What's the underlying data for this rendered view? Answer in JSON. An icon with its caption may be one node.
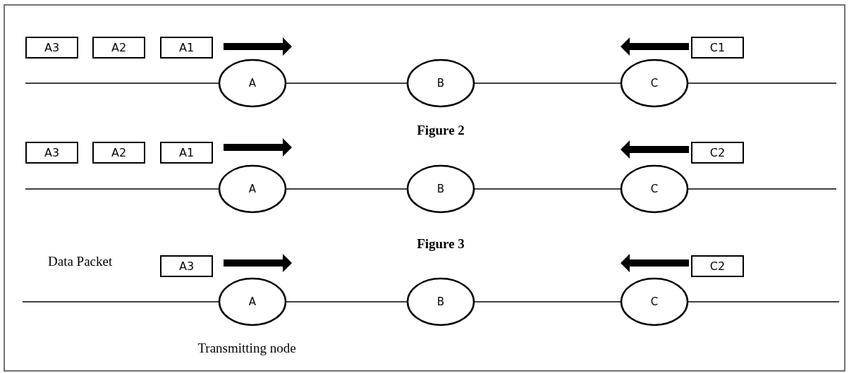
{
  "diagram": {
    "nodes": [
      {
        "text": [
          "A3"
        ]
      },
      {
        "text": [
          "A2"
        ]
      },
      {
        "text": [
          "A1"
        ]
      },
      {
        "text": [
          "C1"
        ]
      },
      {
        "text": [
          "A"
        ]
      },
      {
        "text": [
          "B"
        ]
      },
      {
        "text": [
          "C"
        ]
      },
      {
        "text": [
          "A3"
        ]
      },
      {
        "text": [
          "A2"
        ]
      },
      {
        "text": [
          "A1"
        ]
      },
      {
        "text": [
          "C2"
        ]
      },
      {
        "text": [
          "A"
        ]
      },
      {
        "text": [
          "B"
        ]
      },
      {
        "text": [
          "C"
        ]
      },
      {
        "text": [
          "A3"
        ]
      },
      {
        "text": [
          "C2"
        ]
      },
      {
        "text": [
          "A"
        ]
      },
      {
        "text": [
          "B"
        ]
      },
      {
        "text": [
          "C"
        ]
      }
    ],
    "edges": [
      {
        "from": null,
        "to": 4,
        "arrow": "none"
      },
      {
        "from": 4,
        "to": 5,
        "arrow": "none"
      },
      {
        "from": 5,
        "to": 6,
        "arrow": "none"
      },
      {
        "from": 6,
        "to": null,
        "arrow": "none"
      },
      {
        "from": null,
        "to": 11,
        "arrow": "none"
      },
      {
        "from": 11,
        "to": 12,
        "arrow": "none"
      },
      {
        "from": 12,
        "to": 13,
        "arrow": "none"
      },
      {
        "from": 13,
        "to": null,
        "arrow": "none"
      },
      {
        "from": null,
        "to": 16,
        "arrow": "none"
      },
      {
        "from": 16,
        "to": 17,
        "arrow": "none"
      },
      {
        "from": 17,
        "to": 18,
        "arrow": "none"
      },
      {
        "from": 18,
        "to": null,
        "arrow": "none"
      }
    ],
    "labels": [
      "Figure 2",
      "Figure 3",
      "Data Packet",
      "Transmitting node"
    ]
  }
}
